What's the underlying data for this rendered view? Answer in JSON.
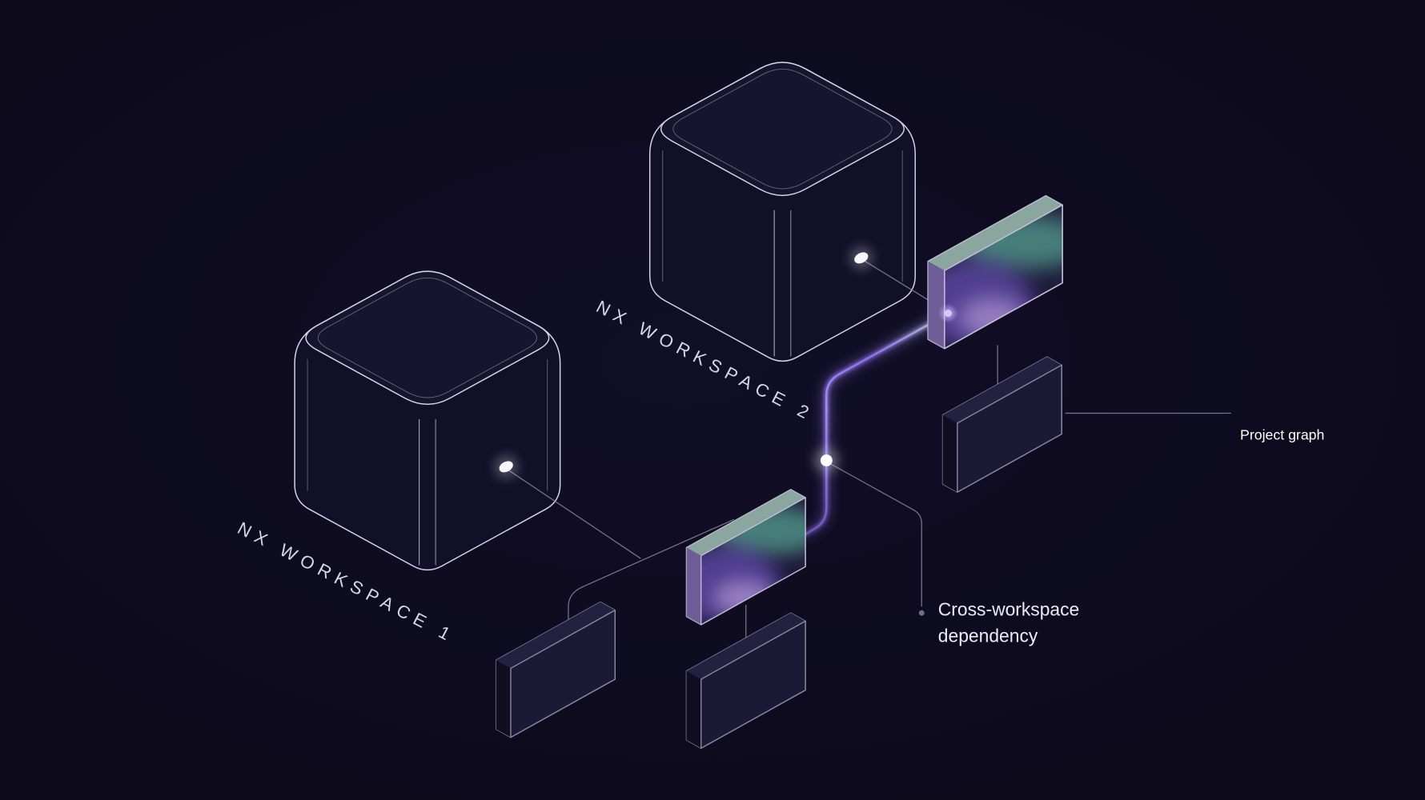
{
  "canvas": {
    "background": "#0d0a1e"
  },
  "colors": {
    "cube_stroke": "#d6d3e4",
    "panel_stroke": "#8d89a6",
    "connector_line": "#8b87a2",
    "dependency_glow": "#8b5cf6",
    "dependency_core": "#b9a8f5",
    "teal_highlight": "#58a896",
    "purple_highlight": "#6d53c0",
    "dot_white": "#ffffff",
    "dot_lavender": "#d7c6ff",
    "text_primary": "#ffffff",
    "text_secondary": "#d9d6e8"
  },
  "labels": {
    "workspace1": "NX WORKSPACE 1",
    "workspace2": "NX WORKSPACE 2",
    "project_graph": "Project graph",
    "cross_dependency_line1": "Cross-workspace",
    "cross_dependency_line2": "dependency"
  },
  "diagram": {
    "workspaces": [
      {
        "label": "NX WORKSPACE 1"
      },
      {
        "label": "NX WORKSPACE 2"
      }
    ],
    "panels": [
      {
        "id": "workspace2-main-node",
        "style": "gradient"
      },
      {
        "id": "workspace2-child-node",
        "style": "plain"
      },
      {
        "id": "workspace1-main-node",
        "style": "gradient"
      },
      {
        "id": "workspace1-child-node-left",
        "style": "plain"
      },
      {
        "id": "workspace1-child-node-bottom",
        "style": "plain"
      }
    ],
    "annotations": [
      "Project graph",
      "Cross-workspace dependency"
    ]
  }
}
